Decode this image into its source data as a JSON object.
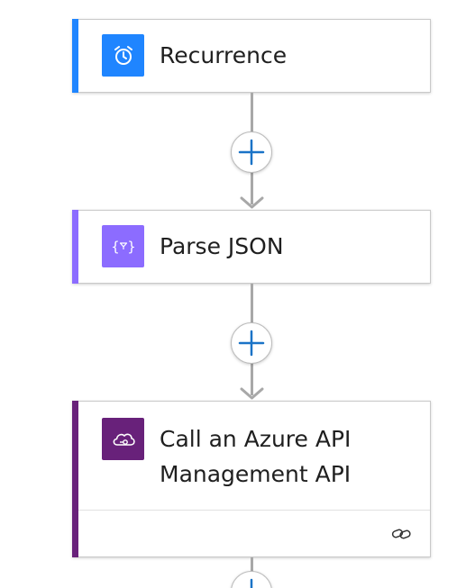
{
  "flow": {
    "steps": [
      {
        "title": "Recurrence",
        "icon": "alarm-clock-icon",
        "accent_color": "#1f85ff"
      },
      {
        "title": "Parse JSON",
        "icon": "json-braces-icon",
        "accent_color": "#8c6cff"
      },
      {
        "title": "Call an Azure API Management API",
        "icon": "cloud-api-icon",
        "accent_color": "#68217a",
        "footer_icon": "connection-icon"
      }
    ],
    "add_step_icon": "plus-icon"
  }
}
